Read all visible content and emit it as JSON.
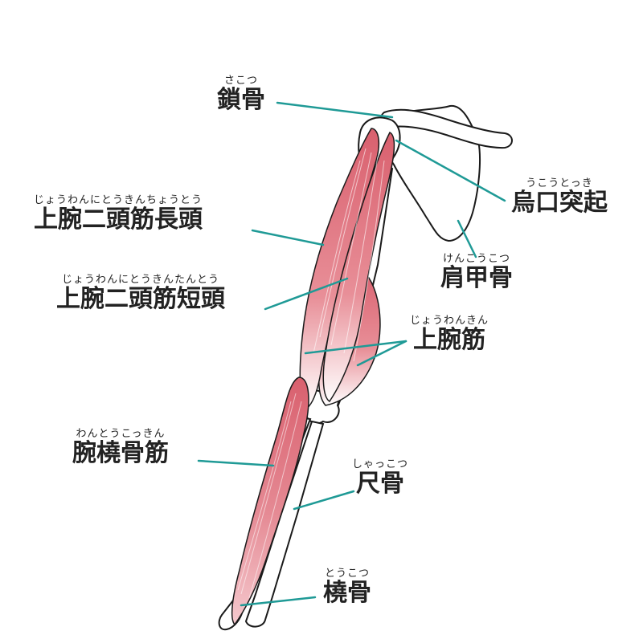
{
  "colors": {
    "leader": "#1f9a96",
    "muscle": "#e07a84",
    "muscle_dark": "#c74a5a",
    "bone_fill": "#ffffff",
    "outline": "#1a1a1a"
  },
  "labels": {
    "clavicle": {
      "ruby": "さこつ",
      "text": "鎖骨"
    },
    "coracoid": {
      "ruby": "うこうとっき",
      "text": "烏口突起"
    },
    "biceps_long": {
      "ruby": "じょうわんにとうきんちょうとう",
      "text": "上腕二頭筋長頭"
    },
    "scapula": {
      "ruby": "けんこうこつ",
      "text": "肩甲骨"
    },
    "biceps_short": {
      "ruby": "じょうわんにとうきんたんとう",
      "text": "上腕二頭筋短頭"
    },
    "brachialis": {
      "ruby": "じょうわんきん",
      "text": "上腕筋"
    },
    "brachioradialis": {
      "ruby": "わんとうこっきん",
      "text": "腕橈骨筋"
    },
    "ulna": {
      "ruby": "しゃっこつ",
      "text": "尺骨"
    },
    "radius": {
      "ruby": "とうこつ",
      "text": "橈骨"
    }
  }
}
